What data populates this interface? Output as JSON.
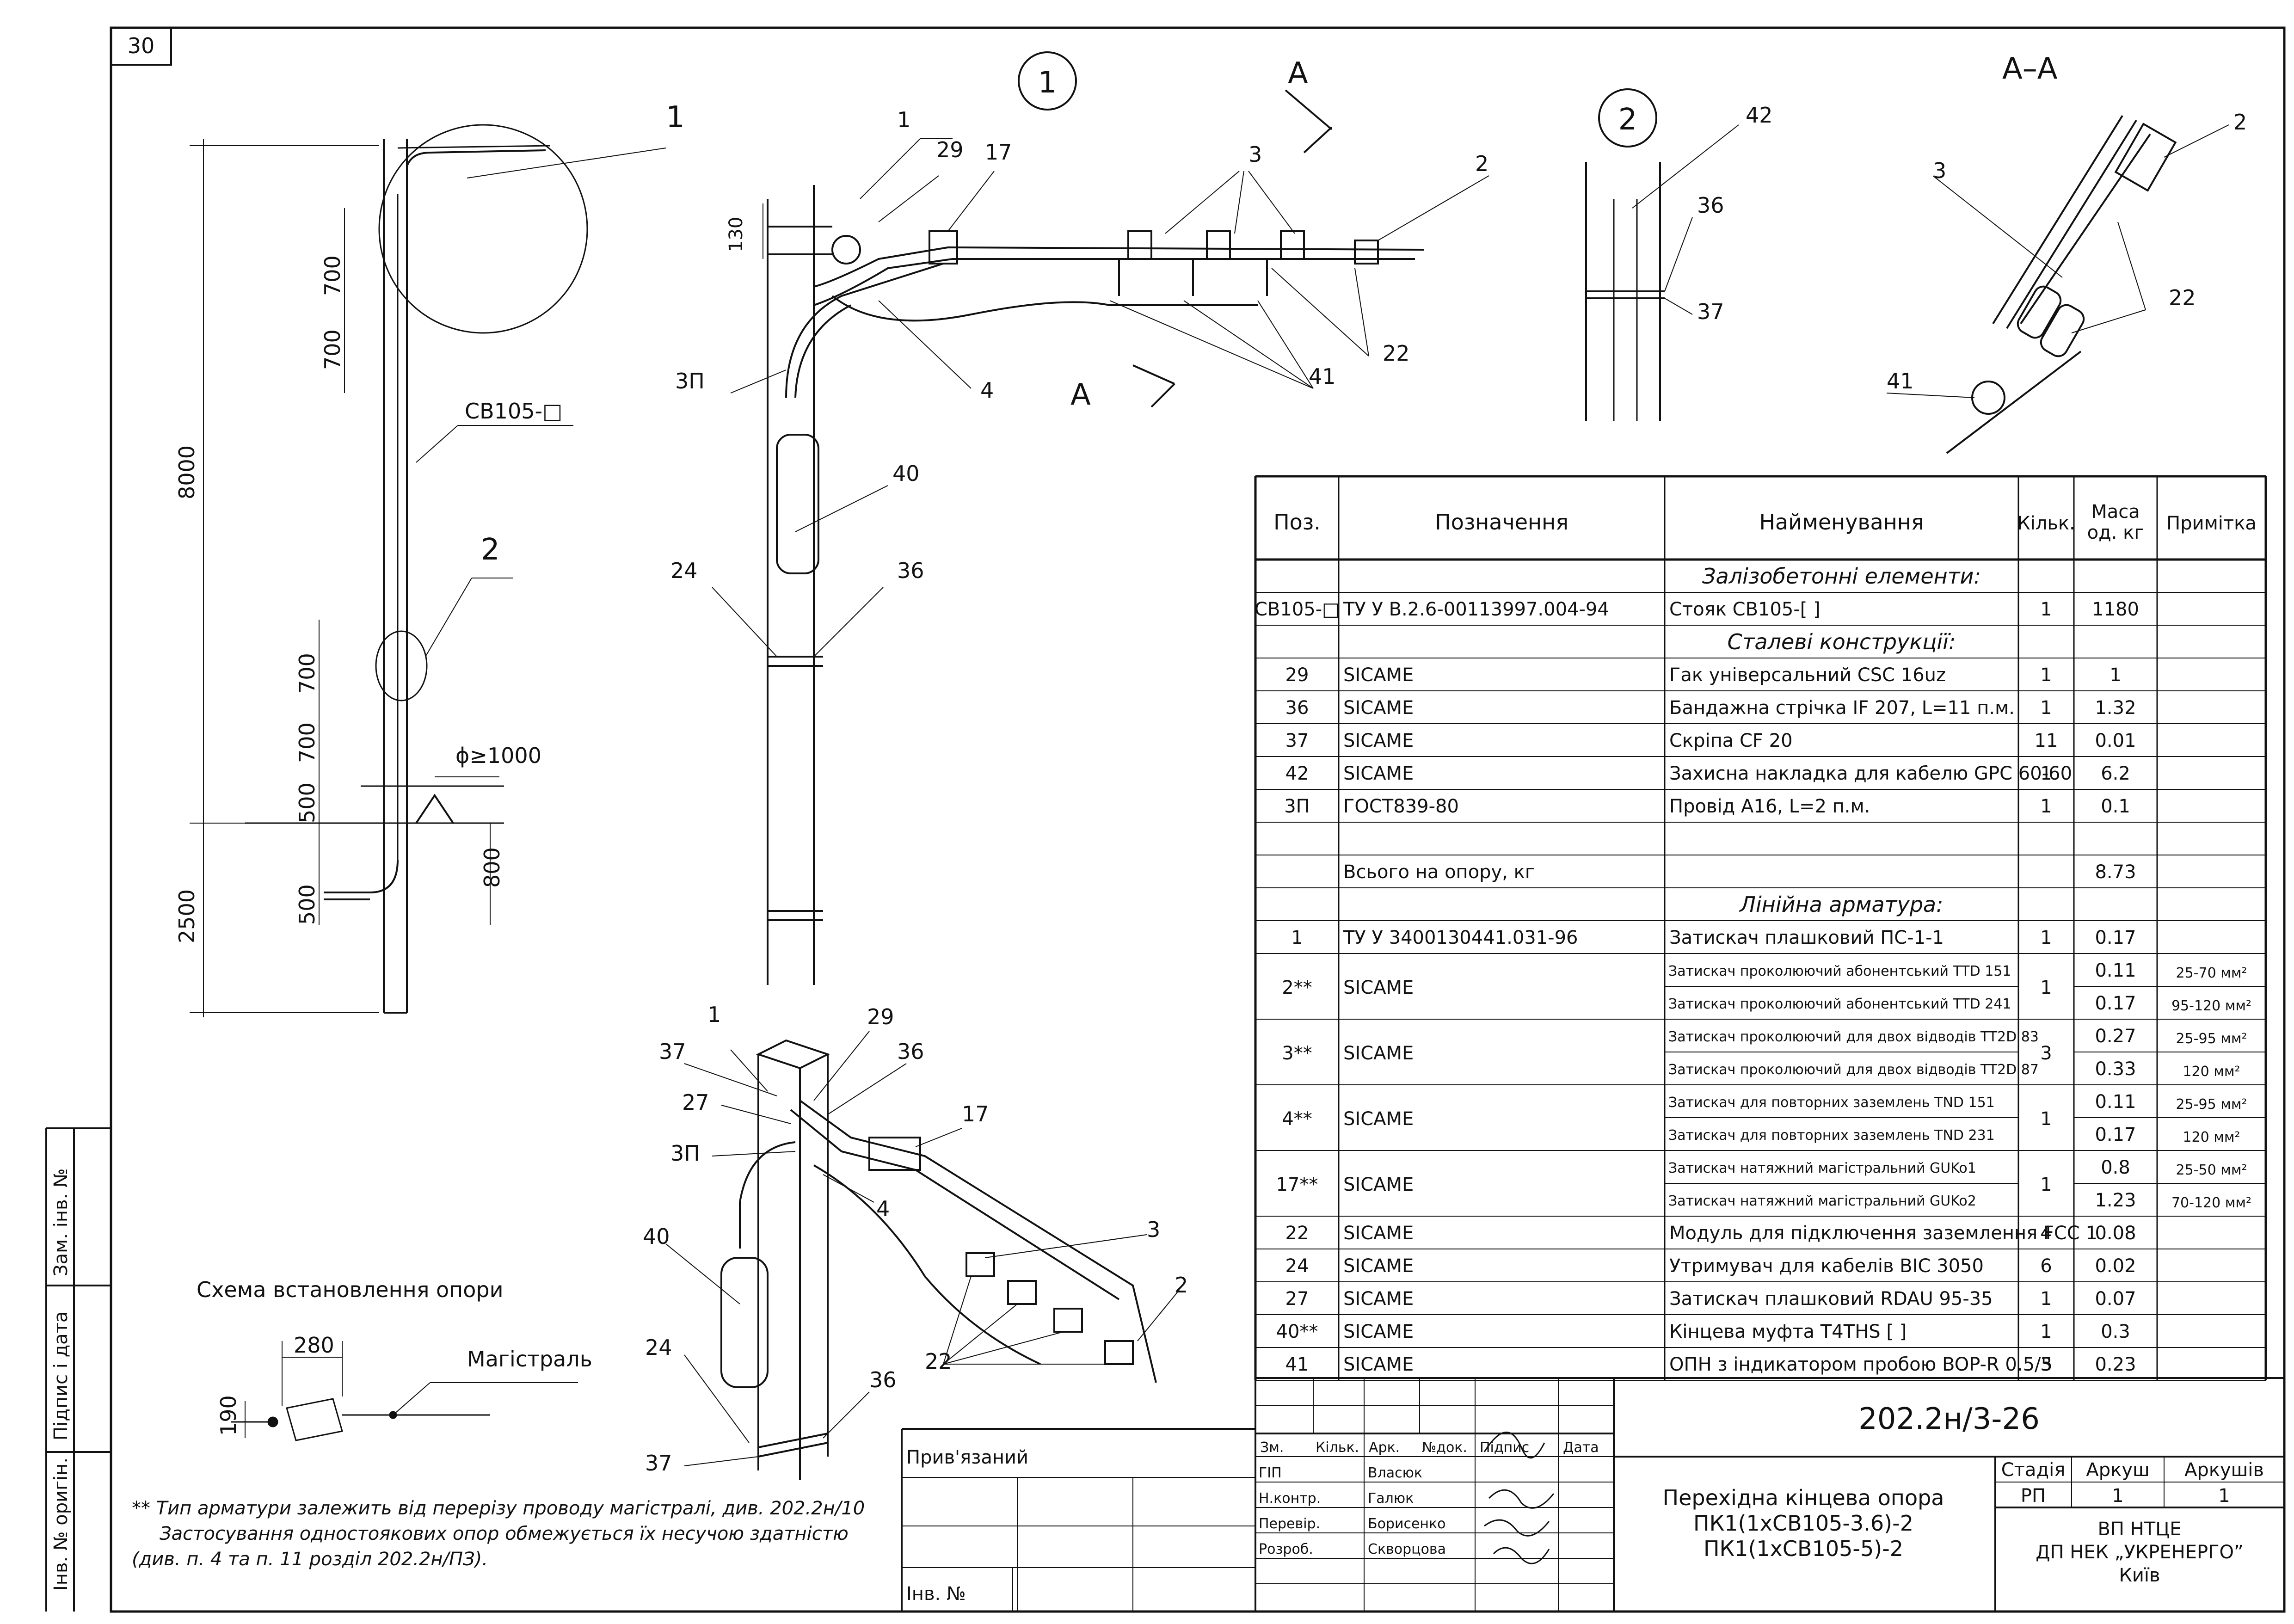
{
  "sheet": {
    "corner_number": "30",
    "designation": "202.2н/3-26",
    "prefix_label": "Прив'язаний",
    "inv_label": "Інв. №",
    "left_strip": [
      "Зам. інв. №",
      "Підпис і дата",
      "Інв. № оригін."
    ]
  },
  "notes": {
    "line1": "** Тип арматури залежить від перерізу проводу магістралі, див. 202.2н/10",
    "line2": "Застосування одностоякових опор обмежується їх несучою здатністю",
    "line3": "(див. п. 4 та п. 11 розділ 202.2н/ПЗ)."
  },
  "pole_view": {
    "dims": {
      "d8000": "8000",
      "d2500": "2500",
      "d700a": "700",
      "d700b": "700",
      "d700c": "700",
      "d700d": "700",
      "d500a": "500",
      "d500b": "500",
      "d800": "800",
      "phi": "ϕ≥1000"
    },
    "callouts": {
      "c1": "1",
      "c2": "2",
      "pole": "СВ105-□"
    }
  },
  "detail1": {
    "circle": "1",
    "section_mark": "A",
    "dim130": "130",
    "labels": {
      "l1": "1",
      "l29": "29",
      "l17": "17",
      "l3": "3",
      "l2": "2",
      "l3p": "3П",
      "l4": "4",
      "l41": "41",
      "l22": "22",
      "l40": "40",
      "l24": "24",
      "l36": "36"
    }
  },
  "detail2": {
    "circle": "2",
    "labels": {
      "l42": "42",
      "l36": "36",
      "l37": "37"
    }
  },
  "section_aa": {
    "title": "А–А",
    "labels": {
      "l2": "2",
      "l3": "3",
      "l22": "22",
      "l41": "41"
    }
  },
  "iso_view": {
    "labels": {
      "l1": "1",
      "l29": "29",
      "l37a": "37",
      "l36a": "36",
      "l27": "27",
      "l3p": "3П",
      "l17": "17",
      "l4": "4",
      "l40": "40",
      "l3": "3",
      "l2": "2",
      "l22": "22",
      "l24": "24",
      "l36b": "36",
      "l37b": "37"
    }
  },
  "install_scheme": {
    "title": "Схема встановлення опори",
    "dim280": "280",
    "dim190": "190",
    "line_label": "Магістраль"
  },
  "spec_table": {
    "headers": {
      "pos": "Поз.",
      "designation": "Позначення",
      "name": "Найменування",
      "qty": "Кільк.",
      "mass": "Маса од. кг",
      "mass_l1": "Маса",
      "mass_l2": "од. кг",
      "note": "Примітка"
    },
    "rows": [
      {
        "type": "section",
        "name": "Залізобетонні елементи:"
      },
      {
        "pos": "СВ105-□",
        "des": "ТУ У В.2.6-00113997.004-94",
        "name": "Стояк СВ105-[    ]",
        "qty": "1",
        "mass": "1180",
        "note": ""
      },
      {
        "type": "section",
        "name": "Сталеві конструкції:"
      },
      {
        "pos": "29",
        "des": "SICAME",
        "name": "Гак універсальний CSC 16uz",
        "qty": "1",
        "mass": "1",
        "note": ""
      },
      {
        "pos": "36",
        "des": "SICAME",
        "name": "Бандажна стрічка IF 207, L=11 п.м.",
        "qty": "1",
        "mass": "1.32",
        "note": ""
      },
      {
        "pos": "37",
        "des": "SICAME",
        "name": "Скріпа CF 20",
        "qty": "11",
        "mass": "0.01",
        "note": ""
      },
      {
        "pos": "42",
        "des": "SICAME",
        "name": "Захисна накладка для кабелю GPC 60-60",
        "qty": "1",
        "mass": "6.2",
        "note": ""
      },
      {
        "pos": "3П",
        "des": "ГОСТ839-80",
        "name": "Провід А16, L=2 п.м.",
        "qty": "1",
        "mass": "0.1",
        "note": ""
      },
      {
        "type": "blank"
      },
      {
        "pos": "",
        "des": "Всього на опору, кг",
        "name": "",
        "qty": "",
        "mass": "8.73",
        "note": ""
      },
      {
        "type": "section",
        "name": "Лінійна арматура:"
      },
      {
        "pos": "1",
        "des": "ТУ У 3400130441.031-96",
        "name": "Затискач плашковий ПС-1-1",
        "qty": "1",
        "mass": "0.17",
        "note": ""
      },
      {
        "pos": "2**",
        "des": "SICAME",
        "qty": "1",
        "sub": [
          {
            "name": "Затискач проколюючий абонентський TTD 151",
            "mass": "0.11",
            "note": "25-70 мм²"
          },
          {
            "name": "Затискач проколюючий абонентський TTD 241",
            "mass": "0.17",
            "note": "95-120 мм²"
          }
        ]
      },
      {
        "pos": "3**",
        "des": "SICAME",
        "qty": "3",
        "sub": [
          {
            "name": "Затискач проколюючий для двох відводів TT2D 83",
            "mass": "0.27",
            "note": "25-95 мм²"
          },
          {
            "name": "Затискач проколюючий для двох відводів TT2D 87",
            "mass": "0.33",
            "note": "120 мм²"
          }
        ]
      },
      {
        "pos": "4**",
        "des": "SICAME",
        "qty": "1",
        "sub": [
          {
            "name": "Затискач для повторних заземлень TND 151",
            "mass": "0.11",
            "note": "25-95 мм²"
          },
          {
            "name": "Затискач для повторних заземлень TND 231",
            "mass": "0.17",
            "note": "120 мм²"
          }
        ]
      },
      {
        "pos": "17**",
        "des": "SICAME",
        "qty": "1",
        "sub": [
          {
            "name": "Затискач натяжний магістральний GUKo1",
            "mass": "0.8",
            "note": "25-50 мм²"
          },
          {
            "name": "Затискач натяжний магістральний GUKo2",
            "mass": "1.23",
            "note": "70-120 мм²"
          }
        ]
      },
      {
        "pos": "22",
        "des": "SICAME",
        "name": "Модуль для підключення заземлення FCC 1",
        "qty": "4",
        "mass": "0.08",
        "note": ""
      },
      {
        "pos": "24",
        "des": "SICAME",
        "name": "Утримувач для кабелів BIC 3050",
        "qty": "6",
        "mass": "0.02",
        "note": ""
      },
      {
        "pos": "27",
        "des": "SICAME",
        "name": "Затискач плашковий RDAU 95-35",
        "qty": "1",
        "mass": "0.07",
        "note": ""
      },
      {
        "pos": "40**",
        "des": "SICAME",
        "name": "Кінцева муфта T4THS [    ]",
        "qty": "1",
        "mass": "0.3",
        "note": ""
      },
      {
        "pos": "41",
        "des": "SICAME",
        "name": "ОПН з індикатором пробою BOP-R 0.5/5",
        "qty": "3",
        "mass": "0.23",
        "note": ""
      }
    ]
  },
  "title_block": {
    "cols": [
      "Зм.",
      "Кільк.",
      "Арк.",
      "№док.",
      "Підпис",
      "Дата"
    ],
    "roles": [
      {
        "role": "ГІП",
        "name": "Власюк"
      },
      {
        "role": "Н.контр.",
        "name": "Галюк"
      },
      {
        "role": "Перевір.",
        "name": "Борисенко"
      },
      {
        "role": "Розроб.",
        "name": "Скворцова"
      }
    ],
    "title_l1": "Перехідна кінцева опора",
    "title_l2": "ПК1(1хСВ105-3.6)-2",
    "title_l3": "ПК1(1хСВ105-5)-2",
    "stage_label": "Стадія",
    "sheet_label": "Аркуш",
    "sheets_label": "Аркушів",
    "stage": "РП",
    "sheet": "1",
    "sheets": "1",
    "org_l1": "ВП НТЦЕ",
    "org_l2": "ДП НЕК „УКРЕНЕРГО”",
    "org_l3": "Київ"
  }
}
